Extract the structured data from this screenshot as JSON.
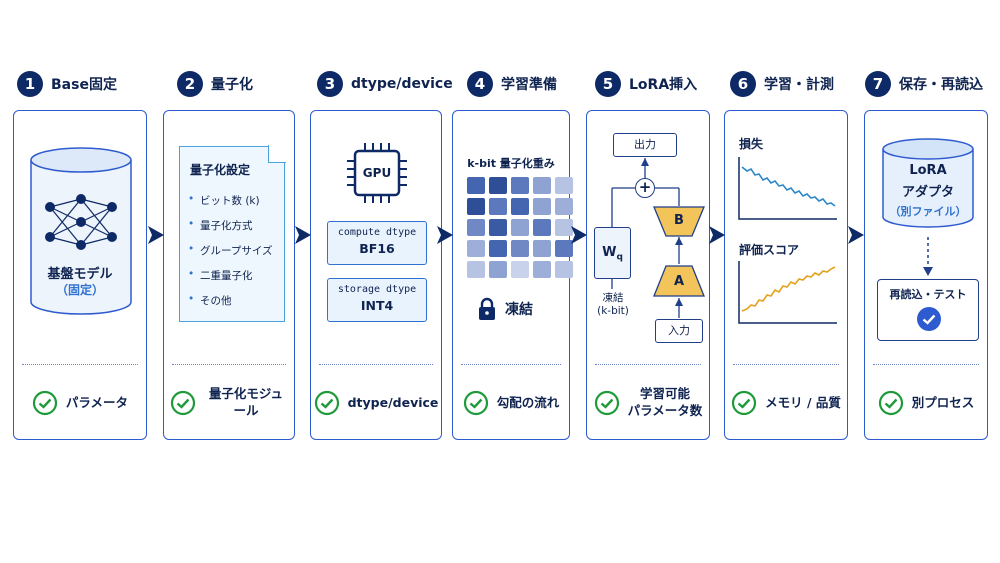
{
  "colors": {
    "navy": "#0e2a66",
    "accent": "#2f5bd0",
    "check": "#1f9a3a",
    "loss": "#2c88c9",
    "score": "#e4a11b",
    "adapter": "#f2c45a"
  },
  "steps": [
    {
      "num": "1",
      "title": "Base固定",
      "footer": "パラメータ",
      "footer2": ""
    },
    {
      "num": "2",
      "title": "量子化",
      "footer": "量子化モジュール",
      "footer2": ""
    },
    {
      "num": "3",
      "title": "dtype/device",
      "footer": "dtype/device",
      "footer2": ""
    },
    {
      "num": "4",
      "title": "学習準備",
      "footer": "勾配の流れ",
      "footer2": ""
    },
    {
      "num": "5",
      "title": "LoRA挿入",
      "footer": "学習可能",
      "footer2": "パラメータ数"
    },
    {
      "num": "6",
      "title": "学習・計測",
      "footer": "メモリ / 品質",
      "footer2": ""
    },
    {
      "num": "7",
      "title": "保存・再読込",
      "footer": "別プロセス",
      "footer2": ""
    }
  ],
  "base": {
    "title": "基盤モデル",
    "sub": "（固定）"
  },
  "quant": {
    "title": "量子化設定",
    "items": [
      "ビット数 (k)",
      "量子化方式",
      "グループサイズ",
      "二重量子化",
      "その他"
    ]
  },
  "device": {
    "chip": "GPU",
    "compute_label": "compute dtype",
    "compute_value": "BF16",
    "storage_label": "storage dtype",
    "storage_value": "INT4"
  },
  "prep": {
    "title": "k-bit 量子化重み",
    "freeze": "凍結"
  },
  "lora": {
    "output": "出力",
    "input": "入力",
    "plus": "+",
    "b": "B",
    "a": "A",
    "w": "W",
    "w_sub": "q",
    "frozen": "凍結",
    "frozen_sub": "(k-bit)"
  },
  "train": {
    "loss_label": "損失",
    "score_label": "評価スコア"
  },
  "save": {
    "title": "LoRA",
    "title2": "アダプタ",
    "sub": "（別ファイル）",
    "reload": "再読込・テスト"
  },
  "icons": {
    "step_arrow": "arrow-right-icon",
    "check": "check-circle-icon",
    "lock": "lock-icon",
    "chip": "cpu-chip-icon",
    "database": "database-icon",
    "network": "neural-network-icon"
  }
}
